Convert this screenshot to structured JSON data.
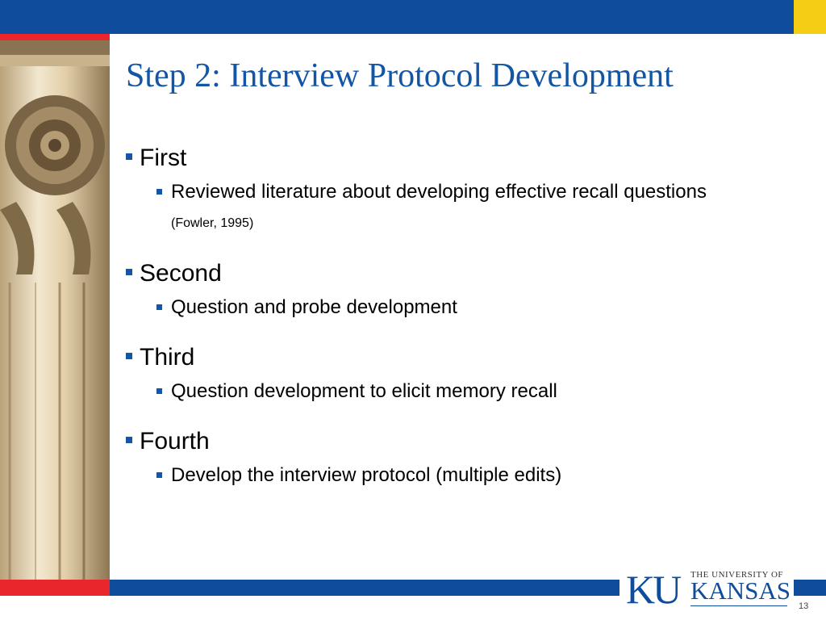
{
  "title": "Step 2: Interview Protocol Development",
  "bullets": [
    {
      "label": "First",
      "sub": "Reviewed literature about developing effective recall questions",
      "cite": "(Fowler, 1995)"
    },
    {
      "label": "Second",
      "sub": "Question and probe development"
    },
    {
      "label": "Third",
      "sub": "Question development to elicit memory recall"
    },
    {
      "label": "Fourth",
      "sub": "Develop the interview protocol (multiple edits)"
    }
  ],
  "logo": {
    "ku": "KU",
    "university": "THE UNIVERSITY OF",
    "kansas": "KANSAS"
  },
  "page_number": "13",
  "colors": {
    "blue": "#0f4d9c",
    "title_blue": "#1456a6",
    "gold": "#f5cd15",
    "red": "#e8262b"
  }
}
